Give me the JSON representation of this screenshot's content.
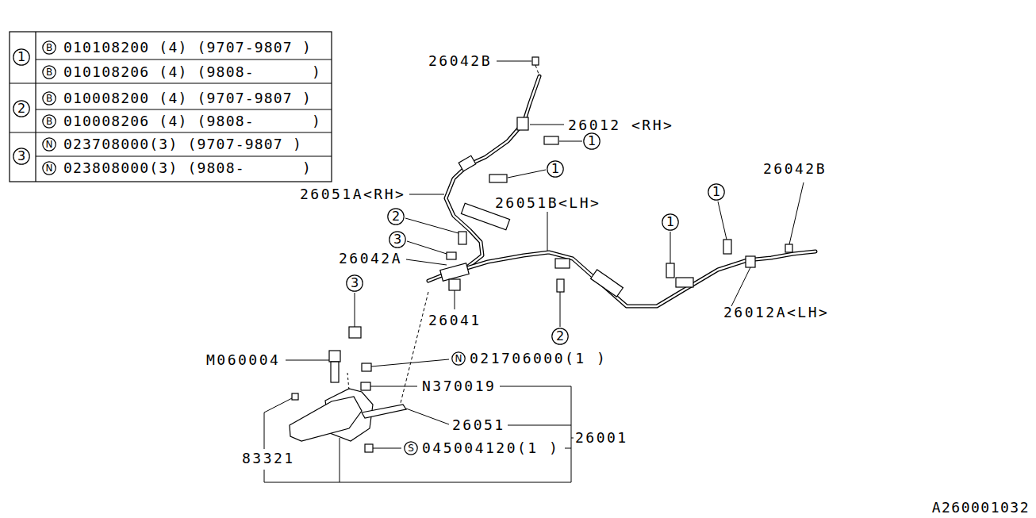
{
  "diagram": {
    "nodes": [
      {
        "text": [
          "1"
        ]
      },
      {
        "text": [
          "B"
        ]
      },
      {
        "text": [
          "B"
        ]
      },
      {
        "text": [
          "2"
        ]
      },
      {
        "text": [
          "B"
        ]
      },
      {
        "text": [
          "B"
        ]
      },
      {
        "text": [
          "3"
        ]
      },
      {
        "text": [
          "N"
        ]
      },
      {
        "text": [
          "N"
        ]
      },
      {
        "text": [
          "1"
        ]
      },
      {
        "text": [
          "1"
        ]
      },
      {
        "text": [
          "1"
        ]
      },
      {
        "text": [
          "1"
        ]
      },
      {
        "text": [
          "2"
        ]
      },
      {
        "text": [
          "3"
        ]
      },
      {
        "text": [
          "2"
        ]
      },
      {
        "text": [
          "3"
        ]
      },
      {
        "text": [
          "N"
        ]
      },
      {
        "text": [
          "S"
        ]
      }
    ],
    "labels": [
      "010108200 (4) (9707-9807 )",
      "010108206 (4) (9808-      )",
      "010008200 (4) (9707-9807 )",
      "010008206 (4) (9808-      )",
      "023708000(3) (9707-9807 )",
      "023808000(3) (9808-      )",
      "26042B",
      "26012 <RH>",
      "26051A<RH>",
      "26051B<LH>",
      "26042B",
      "26042A",
      "26041",
      "26012A<LH>",
      "M060004",
      "021706000(1 )",
      "N370019",
      "26051",
      "26001",
      "045004120(1 )",
      "83321",
      "A260001032"
    ]
  }
}
